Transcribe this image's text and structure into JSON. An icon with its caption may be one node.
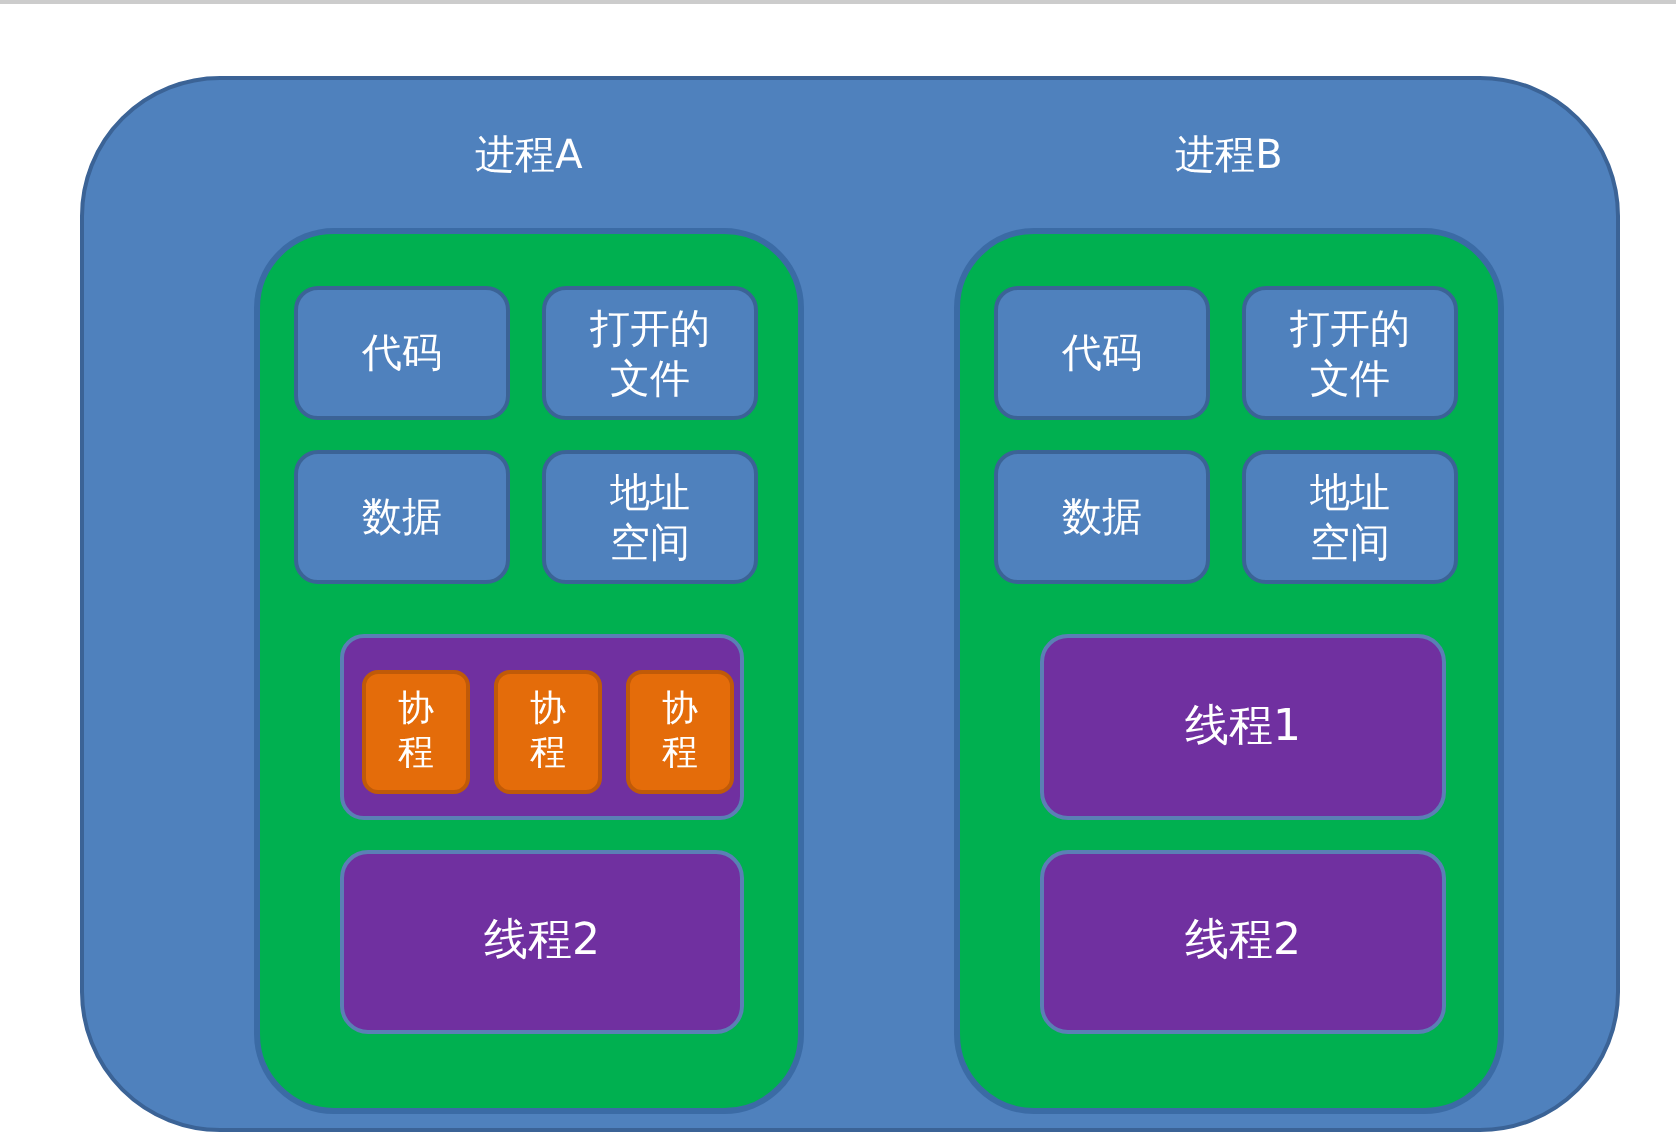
{
  "diagram": {
    "nodes": [
      {
        "text": [],
        "shape": "box"
      },
      {
        "text": [
          "进程A"
        ],
        "in": 0
      },
      {
        "text": [
          "代码"
        ],
        "in": 1
      },
      {
        "text": [
          "打开的文件"
        ],
        "in": 1
      },
      {
        "text": [
          "数据"
        ],
        "in": 1
      },
      {
        "text": [
          "地址空间"
        ],
        "in": 1
      },
      {
        "text": [],
        "shape": "box",
        "in": 1
      },
      {
        "text": [
          "协程"
        ],
        "in": 6
      },
      {
        "text": [
          "协程"
        ],
        "in": 6
      },
      {
        "text": [
          "协程"
        ],
        "in": 6
      },
      {
        "text": [
          "线程2"
        ],
        "in": 1
      },
      {
        "text": [
          "进程B"
        ],
        "in": 0
      },
      {
        "text": [
          "代码"
        ],
        "in": 11
      },
      {
        "text": [
          "打开的文件"
        ],
        "in": 11
      },
      {
        "text": [
          "数据"
        ],
        "in": 11
      },
      {
        "text": [
          "地址空间"
        ],
        "in": 11
      },
      {
        "text": [
          "线程1"
        ],
        "in": 11
      },
      {
        "text": [
          "线程2"
        ],
        "in": 11
      }
    ],
    "edges": []
  }
}
